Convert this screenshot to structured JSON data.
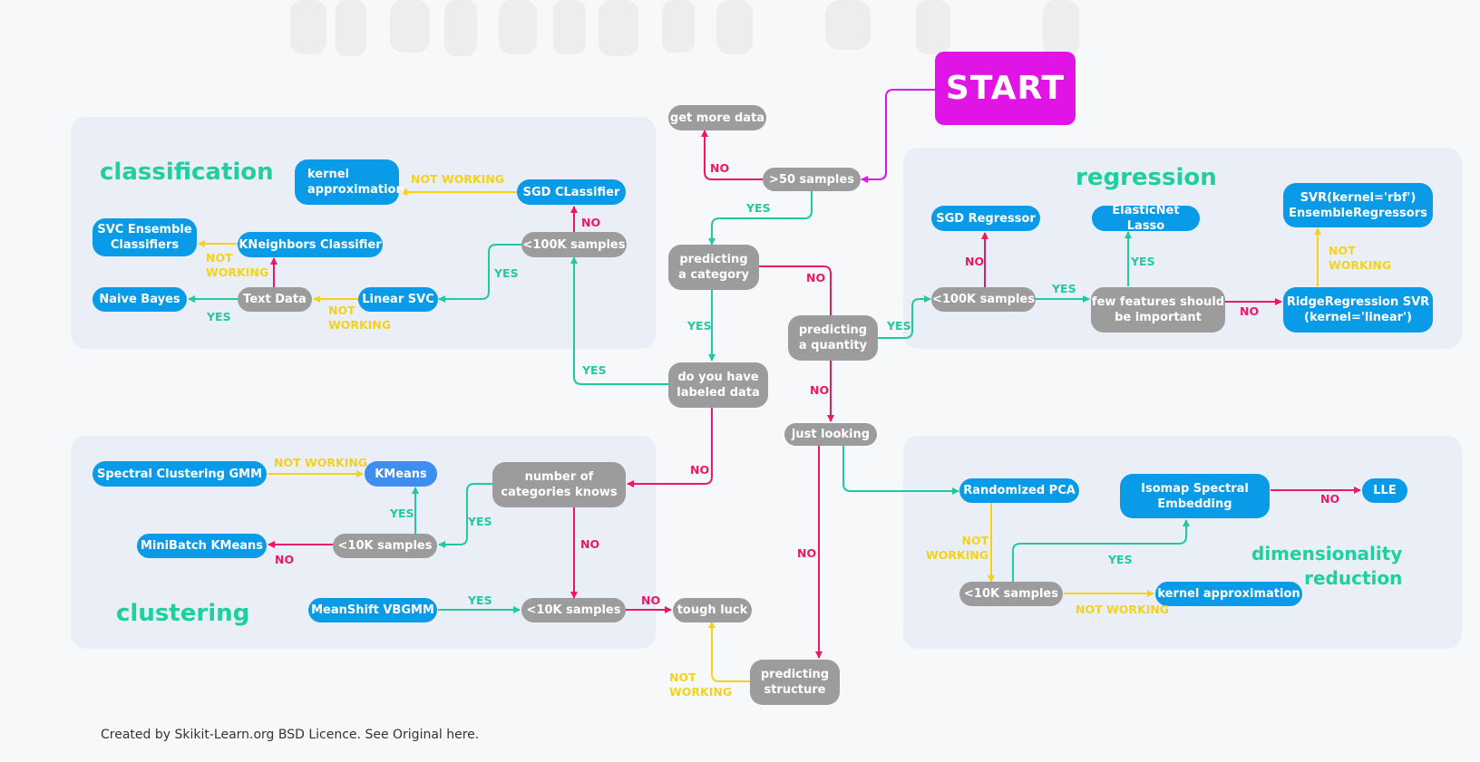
{
  "sections": {
    "classification": "classification",
    "regression": "regression",
    "clustering": "clustering",
    "dimensionality": "dimensionality\nreduction"
  },
  "nodes": {
    "start": "START",
    "get_more_data": "get more data",
    "gt50": ">50 samples",
    "predicting_category": "predicting\na category",
    "labeled": "do you have\nlabeled data",
    "predicting_quantity": "predicting\na quantity",
    "just_looking": "just looking",
    "predicting_structure": "predicting\nstructure",
    "tough_luck": "tough luck",
    "sgd_classifier": "SGD CLassifier",
    "kernel_approx_cls": "kernel\napproximation",
    "lt100k_cls": "<100K samples",
    "linear_svc": "Linear SVC",
    "text_data": "Text Data",
    "naive_bayes": "Naive Bayes",
    "kneighbors": "KNeighbors Classifier",
    "svc_ensemble": "SVC Ensemble\nClassifiers",
    "num_categories": "number of\ncategories knows",
    "lt10k_clu": "<10K samples",
    "kmeans": "KMeans",
    "spectral_gmm": "Spectral Clustering GMM",
    "minibatch": "MiniBatch KMeans",
    "lt10k_clu2": "<10K samples",
    "meanshift": "MeanShift VBGMM",
    "sgd_regressor": "SGD Regressor",
    "lt100k_reg": "<100K samples",
    "few_features": "few features should\nbe important",
    "elasticnet": "ElasticNet Lasso",
    "ridge": "RidgeRegression SVR\n(kernel='linear')",
    "svr_rbf": "SVR(kernel='rbf')\nEnsembleRegressors",
    "randomized_pca": "Randomized PCA",
    "isomap": "Isomap Spectral\nEmbedding",
    "lle": "LLE",
    "lt10k_dim": "<10K samples",
    "kernel_approx_dim": "kernel approximation"
  },
  "labels": {
    "yes": "YES",
    "no": "NO",
    "not_working": "NOT\nWORKING",
    "not_working_inline": "NOT WORKING"
  },
  "footer": "Created by Skikit-Learn.org BSD Licence. See Original here.",
  "colors": {
    "yes": "#21c9a0",
    "no": "#ec1766",
    "not_working": "#f5d21a",
    "start_node": "#e114e6",
    "estimator_node": "#0a9be8",
    "question_node": "#9c9c9c",
    "section_title": "#1fcf9d"
  }
}
